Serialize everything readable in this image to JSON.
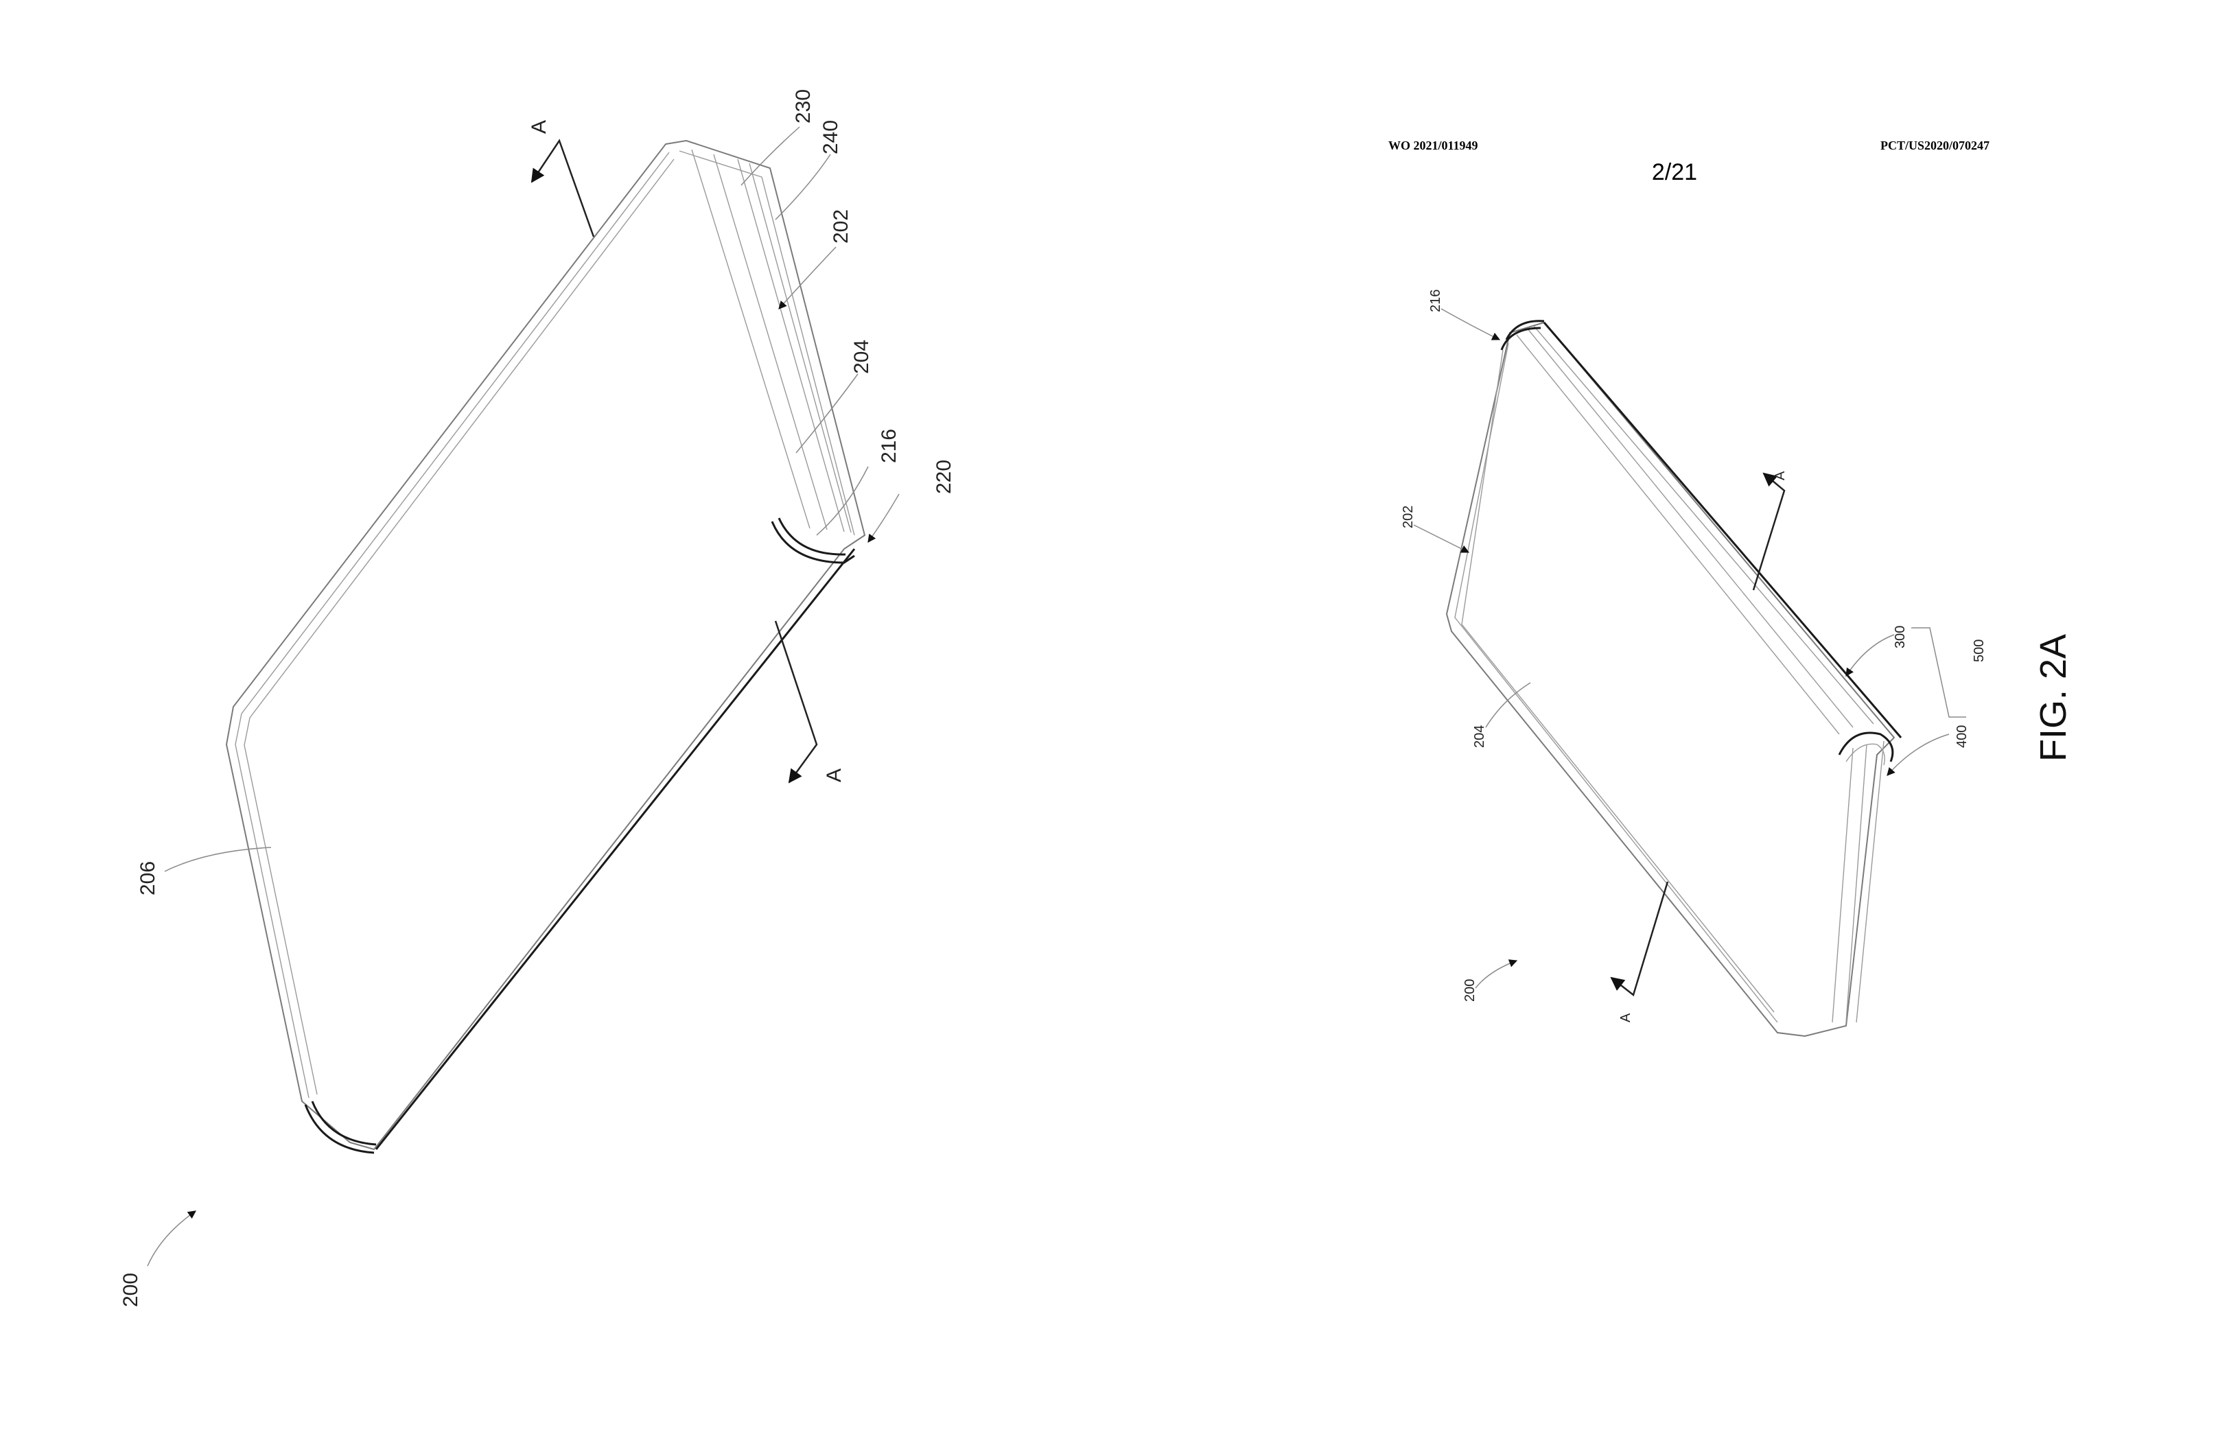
{
  "header": {
    "publication_number": "WO 2021/011949",
    "application_number": "PCT/US2020/070247",
    "sheet": "2/21"
  },
  "figure_label": "FIG. 2A",
  "left_view": {
    "refs": {
      "device": "200",
      "housing": "202",
      "display": "204",
      "back_face": "206",
      "edge_curve": "216",
      "hinge_end": "220",
      "layer_230": "230",
      "layer_240": "240"
    },
    "section": {
      "top": "A",
      "bottom": "A"
    }
  },
  "right_view": {
    "refs": {
      "device": "200",
      "housing": "202",
      "display": "204",
      "edge_curve": "216",
      "hinge_300": "300",
      "hinge_400": "400",
      "assembly_500": "500"
    },
    "section": {
      "top": "A",
      "bottom": "A"
    }
  }
}
